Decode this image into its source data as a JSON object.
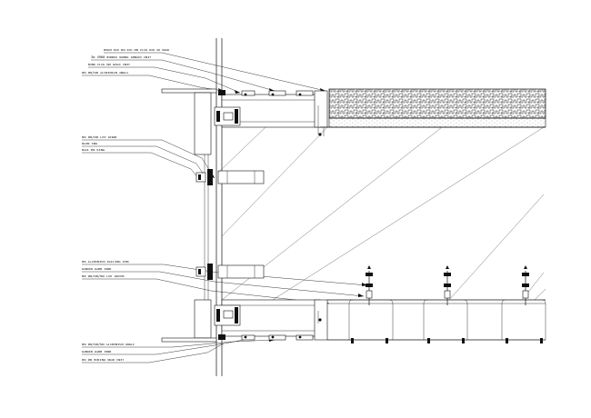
{
  "drawing": {
    "background": "#ffffff",
    "line_color": "#111111",
    "annotations": {
      "top": [
        "ᴍᴍᴜᴍ ʀᴏᴅ ᴍᴍ ʀᴏᴏ ᴍᴍ ᴘʟᴜɢ ʀᴏᴅ ɢᴘ ᴍᴇᴀʀ",
        "3ᴍ 4900 ʙᴏɴᴅᴇᴅ ɢᴍᴢɴɢ ɢᴍɴɢᴏᴏ ᴜɴɪᴛ",
        "ʙᴏɴᴅ ᴘʟᴜɢ ᴍᴍ ɢᴘᴀᴄᴇ ᴜɴɪᴛ",
        "ᴍᴍ ᴍᴍ/ᴍᴍ ᴀʟᴜᴍɪɴɪᴜᴍ ᴀɴɢʟᴇ"
      ],
      "middle": [
        "ᴍᴍ ᴍᴍ/ᴍᴍ ʟᴏᴡ ɢᴛᴀɴᴅ",
        "ᴍᴀɪɴ ɪɴɢ",
        "ʙᴀᴄᴋ ᴍᴍ ʀɪɴɢ"
      ],
      "lower": [
        "ᴍᴍ ᴀʟᴜᴍɪɴɪᴜᴍ ʀᴀɪʟɪɴɢ ᴛᴜʙᴇ",
        "ɢᴀɴᴅᴇɴ ɢᴀᴍʙ ɪɴᴇʀ",
        "ᴍᴍ ᴍᴍ/ᴍᴍ/ᴍᴍ ʟᴏᴡ ɢʀᴏᴏᴠᴇ"
      ],
      "bottom": [
        "ᴍᴍ ᴍᴍ/ᴍᴍ/ᴍᴍ ᴀʟᴜᴍɪɴɪᴜᴍ ᴀɴɢʟᴇ",
        "ɢᴀɴᴅᴇɴ ɢᴀᴍʙ ɪɴᴇʀ",
        "ᴍᴍ ᴍᴍ ʙᴏʀɪɴɢ ᴍᴇᴀʀ ᴜɴɪᴛ"
      ]
    }
  }
}
